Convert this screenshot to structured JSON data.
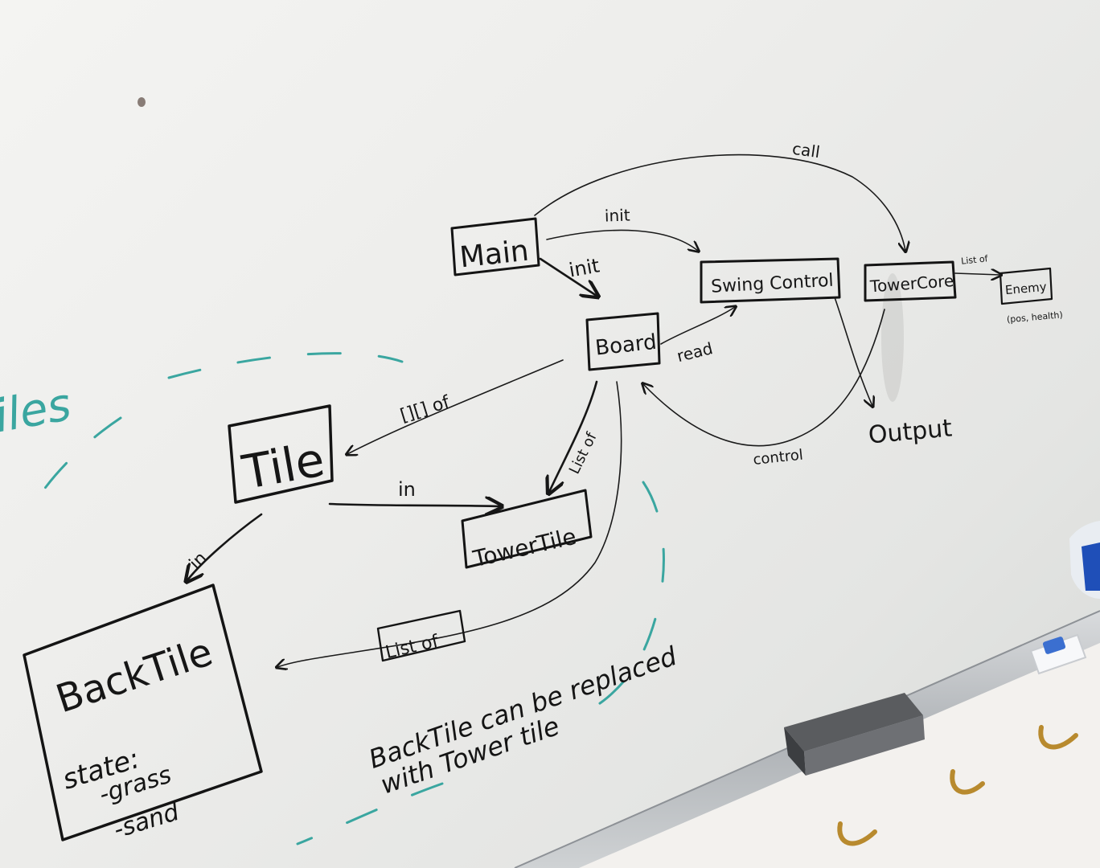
{
  "nodes": {
    "main": "Main",
    "swing_control": "Swing Control",
    "tower_core": "TowerCore",
    "enemy": "Enemy",
    "enemy_sub": "(pos, health)",
    "board": "Board",
    "tile": "Tile",
    "tower_tile": "TowerTile",
    "back_tile": "BackTile",
    "output": "Output"
  },
  "back_tile_state": {
    "label": "state:",
    "items": [
      "-grass",
      "-sand"
    ]
  },
  "edges": {
    "call": "call",
    "init_swing": "init",
    "init_board": "init",
    "list_of_enemy": "List of",
    "read": "read",
    "control": "control",
    "array_of": "[][] of",
    "list_of_tower": "List of",
    "in_tower": "in",
    "in_back": "in",
    "list_of_back": "List of"
  },
  "teal_fragment": "iles",
  "note": {
    "line1": "BackTile can be replaced",
    "line2": "with Tower tile"
  },
  "colors": {
    "marker": "#161616",
    "teal_marker": "#3aa6a0",
    "board": "#f1f1ef",
    "tray": "#b9bcbf"
  }
}
